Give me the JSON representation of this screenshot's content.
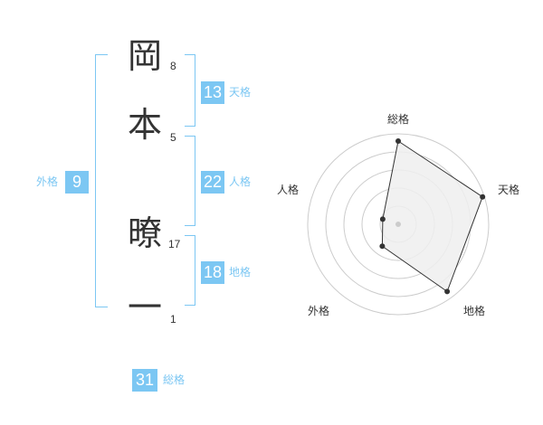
{
  "name": {
    "chars": [
      {
        "char": "岡",
        "strokes": "8"
      },
      {
        "char": "本",
        "strokes": "5"
      },
      {
        "char": "暸",
        "strokes": "17"
      },
      {
        "char": "一",
        "strokes": "1"
      }
    ]
  },
  "kakusu": {
    "tenkaku": {
      "value": "13",
      "label": "天格"
    },
    "jinkaku": {
      "value": "22",
      "label": "人格"
    },
    "chikaku": {
      "value": "18",
      "label": "地格"
    },
    "gaikaku": {
      "value": "9",
      "label": "外格"
    },
    "soukaku": {
      "value": "31",
      "label": "総格"
    }
  },
  "radar": {
    "axes": [
      "総格",
      "天格",
      "地格",
      "外格",
      "人格"
    ],
    "values": [
      0.92,
      0.98,
      0.92,
      0.3,
      0.18
    ],
    "rings": 5,
    "colors": {
      "fill": "#eeeeee",
      "line": "#333333",
      "grid": "#cccccc",
      "center": "#cccccc"
    }
  },
  "colors": {
    "accent": "#7cc7f3",
    "text": "#333333"
  }
}
